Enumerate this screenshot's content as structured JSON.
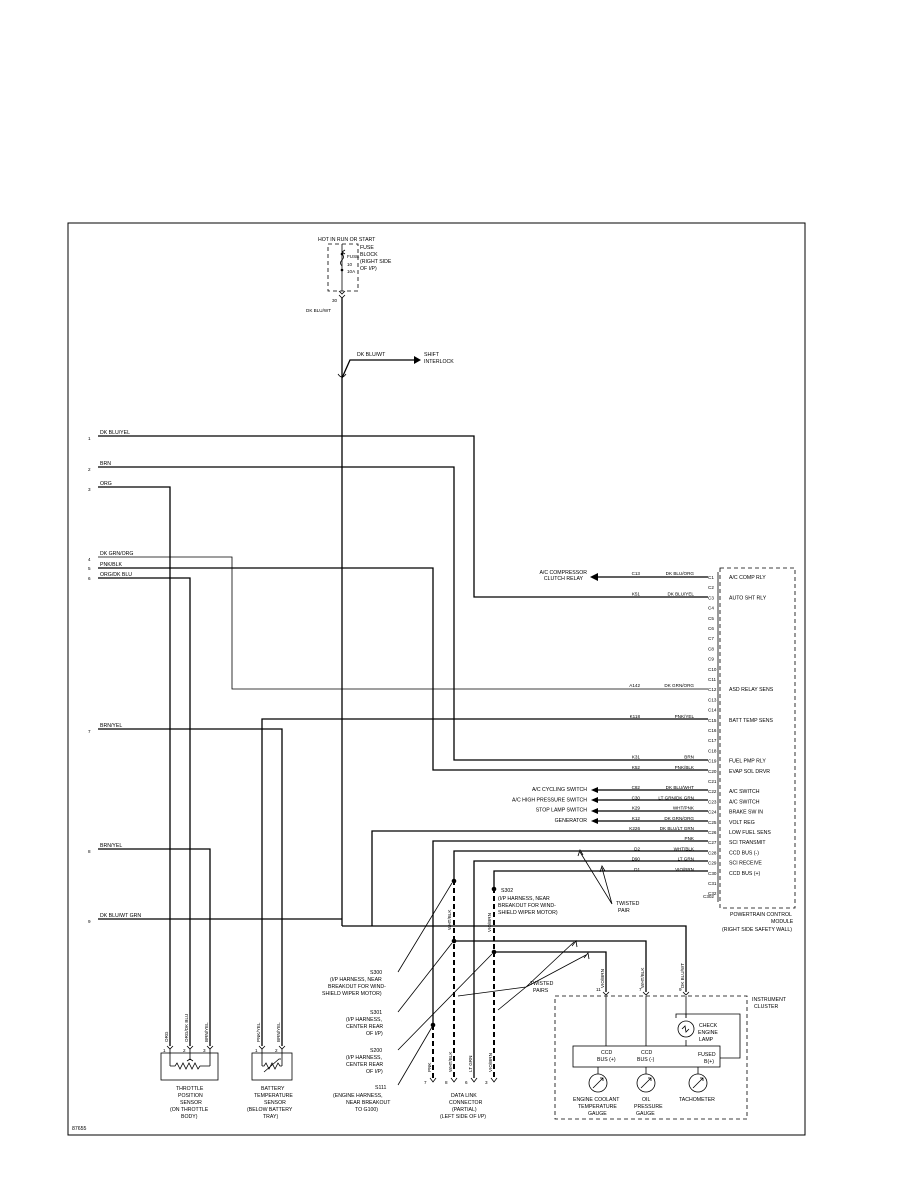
{
  "diagram_id": "87655",
  "fuse_block": {
    "supply": "HOT IN RUN OR START",
    "fuse_label": "FUSE",
    "fuse_number": "10",
    "fuse_rating": "10A",
    "location": [
      "FUSE",
      "BLOCK",
      "(RIGHT SIDE",
      "OF I/P)"
    ],
    "pin": "30",
    "wire": "DK BLU/WT"
  },
  "shift_interlock": {
    "wire": "DK BLU/WT",
    "label": [
      "SHIFT",
      "INTERLOCK"
    ]
  },
  "left_connector": [
    {
      "pin": "1",
      "color": "DK BLU/YEL"
    },
    {
      "pin": "2",
      "color": "BRN"
    },
    {
      "pin": "3",
      "color": "ORG"
    },
    {
      "pin": "4",
      "color": "DK GRN/ORG"
    },
    {
      "pin": "5",
      "color": "PNK/BLK"
    },
    {
      "pin": "6",
      "color": "ORG/DK BLU"
    },
    {
      "pin": "7",
      "color": "BRN/YEL"
    },
    {
      "pin": "8",
      "color": "BRN/YEL"
    },
    {
      "pin": "9",
      "color": "DK BLU/WT GRN"
    }
  ],
  "pcm": {
    "title": [
      "POWERTRAIN CONTROL",
      "MODULE",
      "(RIGHT SIDE SAFETY WALL)"
    ],
    "connector_id": "C302",
    "pins": [
      {
        "pin": "C1",
        "func": "A/C COMP RLY"
      },
      {
        "pin": "C2",
        "func": ""
      },
      {
        "pin": "C3",
        "func": "AUTO SHT RLY"
      },
      {
        "pin": "C4",
        "func": ""
      },
      {
        "pin": "C5",
        "func": ""
      },
      {
        "pin": "C6",
        "func": ""
      },
      {
        "pin": "C7",
        "func": ""
      },
      {
        "pin": "C8",
        "func": ""
      },
      {
        "pin": "C9",
        "func": ""
      },
      {
        "pin": "C10",
        "func": ""
      },
      {
        "pin": "C11",
        "func": ""
      },
      {
        "pin": "C12",
        "func": "ASD RELAY SENS"
      },
      {
        "pin": "C13",
        "func": ""
      },
      {
        "pin": "C14",
        "func": ""
      },
      {
        "pin": "C15",
        "func": "BATT TEMP SENS"
      },
      {
        "pin": "C16",
        "func": ""
      },
      {
        "pin": "C17",
        "func": ""
      },
      {
        "pin": "C18",
        "func": ""
      },
      {
        "pin": "C19",
        "func": "FUEL PMP RLY"
      },
      {
        "pin": "C20",
        "func": "EVAP SOL DRVR"
      },
      {
        "pin": "C21",
        "func": ""
      },
      {
        "pin": "C22",
        "func": "A/C SWITCH"
      },
      {
        "pin": "C23",
        "func": "A/C SWITCH"
      },
      {
        "pin": "C24",
        "func": "BRAKE SW IN"
      },
      {
        "pin": "C25",
        "func": "VOLT REG"
      },
      {
        "pin": "C26",
        "func": "LOW FUEL SENS"
      },
      {
        "pin": "C27",
        "func": "SCI TRANSMIT"
      },
      {
        "pin": "C28",
        "func": "CCD BUS (-)"
      },
      {
        "pin": "C29",
        "func": "SCI RECEIVE"
      },
      {
        "pin": "C30",
        "func": "CCD BUS (+)"
      },
      {
        "pin": "C31",
        "func": ""
      },
      {
        "pin": "C32",
        "func": ""
      }
    ]
  },
  "pcm_wires": [
    {
      "pin": "C1",
      "circuit": "C13",
      "color": "DK BLU/ORG",
      "dest": "A/C COMPRESSOR CLUTCH RELAY"
    },
    {
      "pin": "C3",
      "circuit": "K51",
      "color": "DK BLU/YEL",
      "dest": ""
    },
    {
      "pin": "C12",
      "circuit": "A142",
      "color": "DK GRN/ORG",
      "dest": ""
    },
    {
      "pin": "C15",
      "circuit": "K118",
      "color": "PNK/YEL",
      "dest": ""
    },
    {
      "pin": "C19",
      "circuit": "K31",
      "color": "BRN",
      "dest": ""
    },
    {
      "pin": "C20",
      "circuit": "K52",
      "color": "PNK/BLK",
      "dest": ""
    },
    {
      "pin": "C22",
      "circuit": "C82",
      "color": "DK BLU/WHT",
      "dest": "A/C CYCLING SWITCH"
    },
    {
      "pin": "C23",
      "circuit": "C30",
      "color": "LT GRN/DK GRN",
      "dest": "A/C HIGH PRESSURE SWITCH"
    },
    {
      "pin": "C24",
      "circuit": "K29",
      "color": "WHT/PNK",
      "dest": "STOP LAMP SWITCH"
    },
    {
      "pin": "C25",
      "circuit": "K12",
      "color": "DK GRN/ORG",
      "dest": "GENERATOR"
    },
    {
      "pin": "C26",
      "circuit": "K226",
      "color": "DK BLU/LT GRN",
      "dest": ""
    },
    {
      "pin": "C27",
      "circuit": "",
      "color": "PNK",
      "dest": ""
    },
    {
      "pin": "C28",
      "circuit": "D2",
      "color": "WHT/BLK",
      "dest": ""
    },
    {
      "pin": "C29",
      "circuit": "D90",
      "color": "LT GRN",
      "dest": ""
    },
    {
      "pin": "C30",
      "circuit": "D1",
      "color": "VIO/BRN",
      "dest": ""
    }
  ],
  "splices": [
    {
      "id": "S302",
      "desc": [
        "(I/P HARNESS, NEAR",
        "BREAKOUT FOR WIND-",
        "SHIELD WIPER MOTOR)"
      ]
    },
    {
      "id": "S300",
      "desc": [
        "(I/P HARNESS, NEAR",
        "BREAKOUT FOR WIND-",
        "SHIELD WIPER MOTOR)"
      ]
    },
    {
      "id": "S301",
      "desc": [
        "(I/P HARNESS,",
        "CENTER REAR",
        "OF I/P)"
      ]
    },
    {
      "id": "S200",
      "desc": [
        "(I/P HARNESS,",
        "CENTER REAR",
        "OF I/P)"
      ]
    },
    {
      "id": "S111",
      "desc": [
        "(ENGINE HARNESS,",
        "NEAR BREAKOUT",
        "TO G100)"
      ]
    }
  ],
  "twisted_pair_labels": [
    {
      "text": [
        "TWISTED",
        "PAIR"
      ]
    },
    {
      "text": [
        "TWISTED",
        "PAIRS"
      ]
    }
  ],
  "sensors": {
    "throttle": {
      "title": [
        "THROTTLE",
        "POSITION",
        "SENSOR",
        "(ON THROTTLE",
        "BODY)"
      ],
      "wires": [
        {
          "pin": "1",
          "color": "ORG"
        },
        {
          "pin": "2",
          "color": "ORG/DK BLU"
        },
        {
          "pin": "3",
          "color": "BRN/YEL"
        }
      ]
    },
    "battery": {
      "title": [
        "BATTERY",
        "TEMPERATURE",
        "SENSOR",
        "(BELOW BATTERY",
        "TRAY)"
      ],
      "wires": [
        {
          "pin": "1",
          "color": "PNK/YEL"
        },
        {
          "pin": "2",
          "color": "BRN/YEL"
        }
      ]
    }
  },
  "dlc": {
    "title": [
      "DATA LINK",
      "CONNECTOR",
      "(PARTIAL)",
      "(LEFT SIDE OF I/P)"
    ],
    "wires": [
      {
        "pin": "7",
        "color": "PNK"
      },
      {
        "pin": "8",
        "color": "WHT/BLK"
      },
      {
        "pin": "6",
        "color": "LT GRN"
      },
      {
        "pin": "3",
        "color": "VIO/BRN"
      }
    ]
  },
  "cluster": {
    "title": [
      "INSTRUMENT",
      "CLUSTER"
    ],
    "wires": [
      {
        "pin": "11",
        "color": "VIO/BRN"
      },
      {
        "pin": "7",
        "color": "WHT/BLK"
      },
      {
        "pin": "9",
        "color": "DK BLU/WT"
      }
    ],
    "check_engine": [
      "CHECK",
      "ENGINE",
      "LAMP"
    ],
    "module": {
      "ccd_pos": [
        "CCD",
        "BUS (+)"
      ],
      "ccd_neg": [
        "CCD",
        "BUS (-)"
      ],
      "fused": [
        "FUSED",
        "B(+)"
      ]
    },
    "gauges": [
      {
        "name": [
          "ENGINE COOLANT",
          "TEMPERATURE",
          "GAUGE"
        ]
      },
      {
        "name": [
          "OIL",
          "PRESSURE",
          "GAUGE"
        ]
      },
      {
        "name": [
          "TACHOMETER"
        ]
      }
    ]
  }
}
